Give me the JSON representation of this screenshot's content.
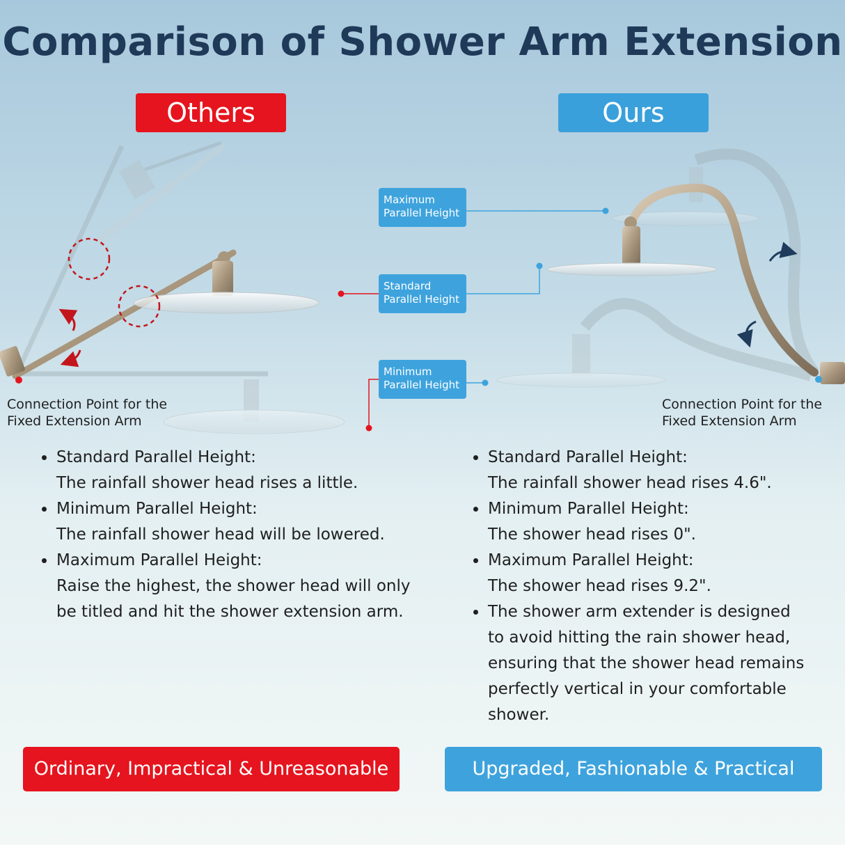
{
  "title": "Comparison of Shower Arm Extension",
  "others": {
    "tag": "Others",
    "connection_label": [
      "Connection Point for the",
      "Fixed Extension Arm"
    ],
    "points": [
      {
        "head": "Standard Parallel Height:",
        "body": [
          "The rainfall shower head rises a little."
        ]
      },
      {
        "head": "Minimum Parallel Height:",
        "body": [
          "The rainfall shower head will be lowered."
        ]
      },
      {
        "head": "Maximum Parallel Height:",
        "body": [
          "Raise the highest, the shower head will only",
          "be titled and hit the shower extension arm."
        ]
      }
    ],
    "banner": "Ordinary, Impractical & Unreasonable",
    "accent_color": "#e5141e"
  },
  "ours": {
    "tag": "Ours",
    "connection_label": [
      "Connection Point for the",
      "Fixed Extension Arm"
    ],
    "points": [
      {
        "head": "Standard Parallel Height:",
        "body": [
          "The rainfall shower head rises 4.6\"."
        ]
      },
      {
        "head": "Minimum Parallel Height:",
        "body": [
          "The shower head rises 0\"."
        ]
      },
      {
        "head": "Maximum Parallel Height:",
        "body": [
          "The shower head rises 9.2\"."
        ]
      },
      {
        "head": "",
        "body": [
          "The shower arm extender is designed",
          "to avoid hitting the rain shower head,",
          "ensuring that the shower head remains",
          "perfectly vertical in your comfortable",
          "shower."
        ]
      }
    ],
    "banner": "Upgraded, Fashionable & Practical",
    "accent_color": "#3ea3dd"
  },
  "height_labels": {
    "maximum": [
      "Maximum",
      "Parallel Height"
    ],
    "standard": [
      "Standard",
      "Parallel Height"
    ],
    "minimum": [
      "Minimum",
      "Parallel Height"
    ]
  }
}
